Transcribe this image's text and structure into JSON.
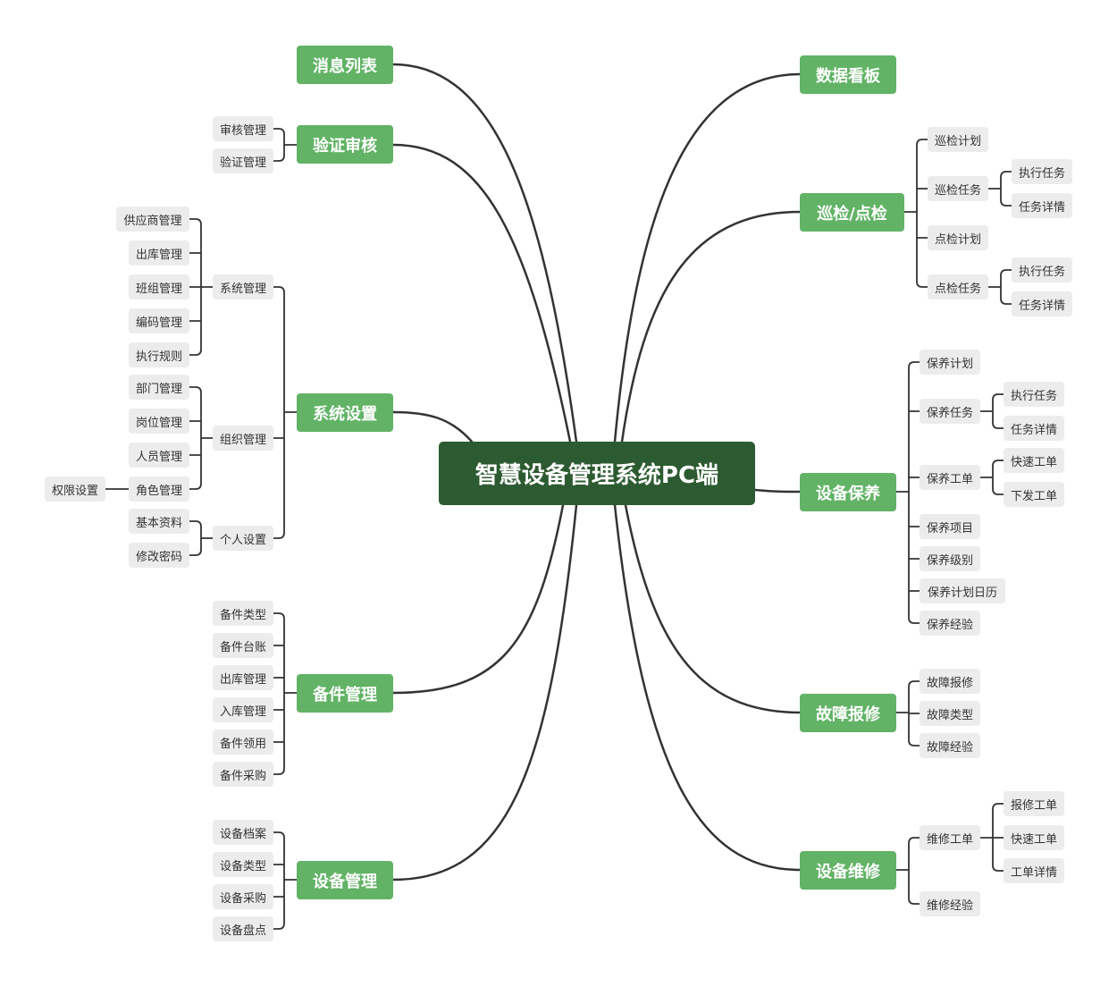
{
  "root": {
    "label": "智慧设备管理系统PC端"
  },
  "branches": {
    "xiaoxi": {
      "label": "消息列表"
    },
    "yanzheng": {
      "label": "验证审核",
      "children": [
        "审核管理",
        "验证管理"
      ]
    },
    "xitong": {
      "label": "系统设置",
      "groups": [
        {
          "label": "系统管理",
          "children": [
            "供应商管理",
            "出库管理",
            "班组管理",
            "编码管理",
            "执行规则"
          ]
        },
        {
          "label": "组织管理",
          "children": [
            "部门管理",
            "岗位管理",
            "人员管理",
            "角色管理"
          ],
          "extra": {
            "parent": "角色管理",
            "label": "权限设置"
          }
        },
        {
          "label": "个人设置",
          "children": [
            "基本资料",
            "修改密码"
          ]
        }
      ]
    },
    "beijian": {
      "label": "备件管理",
      "children": [
        "备件类型",
        "备件台账",
        "出库管理",
        "入库管理",
        "备件领用",
        "备件采购"
      ]
    },
    "shebei": {
      "label": "设备管理",
      "children": [
        "设备档案",
        "设备类型",
        "设备采购",
        "设备盘点"
      ]
    },
    "shuju": {
      "label": "数据看板"
    },
    "xunjian": {
      "label": "巡检/点检",
      "children": [
        {
          "label": "巡检计划"
        },
        {
          "label": "巡检任务",
          "children": [
            "执行任务",
            "任务详情"
          ]
        },
        {
          "label": "点检计划"
        },
        {
          "label": "点检任务",
          "children": [
            "执行任务",
            "任务详情"
          ]
        }
      ]
    },
    "baoyang": {
      "label": "设备保养",
      "children": [
        {
          "label": "保养计划"
        },
        {
          "label": "保养任务",
          "children": [
            "执行任务",
            "任务详情"
          ]
        },
        {
          "label": "保养工单",
          "children": [
            "快速工单",
            "下发工单"
          ]
        },
        {
          "label": "保养项目"
        },
        {
          "label": "保养级别"
        },
        {
          "label": "保养计划日历"
        },
        {
          "label": "保养经验"
        }
      ]
    },
    "guzhang": {
      "label": "故障报修",
      "children": [
        "故障报修",
        "故障类型",
        "故障经验"
      ]
    },
    "weixiu": {
      "label": "设备维修",
      "children": [
        {
          "label": "维修工单",
          "children": [
            "报修工单",
            "快速工单",
            "工单详情"
          ]
        },
        {
          "label": "维修经验"
        }
      ]
    }
  }
}
